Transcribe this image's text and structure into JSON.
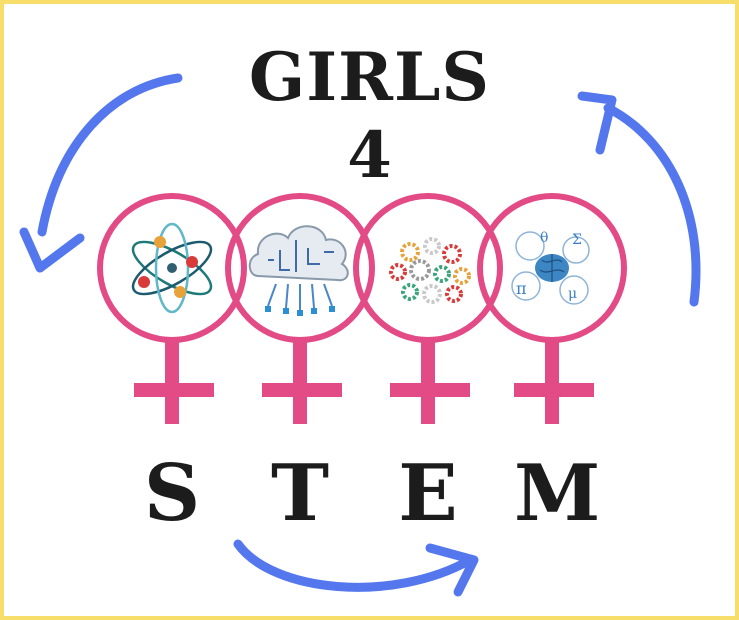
{
  "title": {
    "line1": "GIRLS",
    "line2": "4"
  },
  "letters": [
    "S",
    "T",
    "E",
    "M"
  ],
  "math_symbols": [
    "θ",
    "Σ",
    "π",
    "μ"
  ],
  "icons": [
    "atom-icon",
    "cloud-circuit-icon",
    "gears-icon",
    "brain-math-icon"
  ],
  "colors": {
    "frame_border": "#f7de6a",
    "venus_pink": "#e24b86",
    "arrow_blue": "#5577ee",
    "text_dark": "#1c1c1c"
  }
}
